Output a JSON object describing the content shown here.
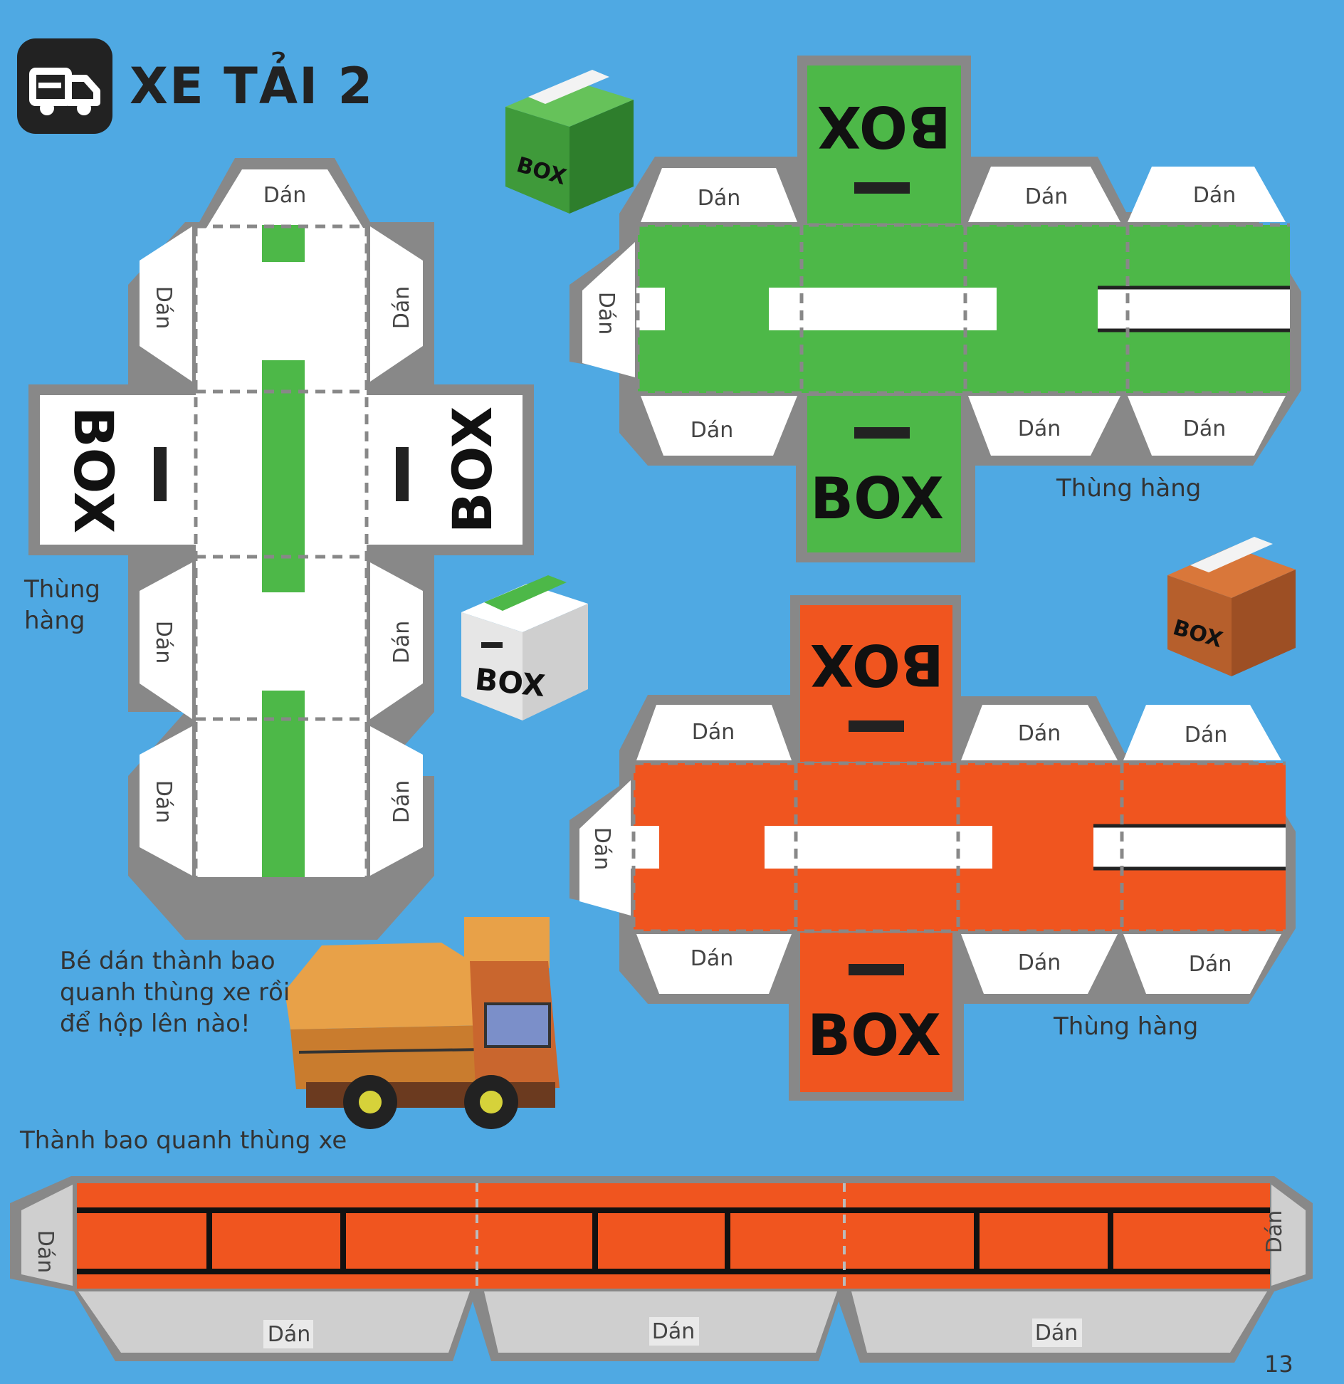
{
  "header": {
    "title": "XE TẢI 2",
    "icon": "truck-icon"
  },
  "labels": {
    "glue": "Dán",
    "box_word": "BOX",
    "cargo_box_wrapped": "Thùng\nhàng",
    "cargo_box_line1": "Thùng",
    "cargo_box_line2": "hàng",
    "cargo_box": "Thùng hàng",
    "wall_title": "Thành bao quanh thùng xe",
    "instruction_line1": "Bé dán thành bao",
    "instruction_line2": "quanh thùng xe rồi",
    "instruction_line3": "để hộp lên nào!"
  },
  "page_number": "13",
  "colors": {
    "background": "#4fa9e3",
    "green": "#4db848",
    "orange": "#f0551f",
    "outline": "#8a8a8a",
    "white": "#ffffff",
    "dark": "#222222"
  }
}
